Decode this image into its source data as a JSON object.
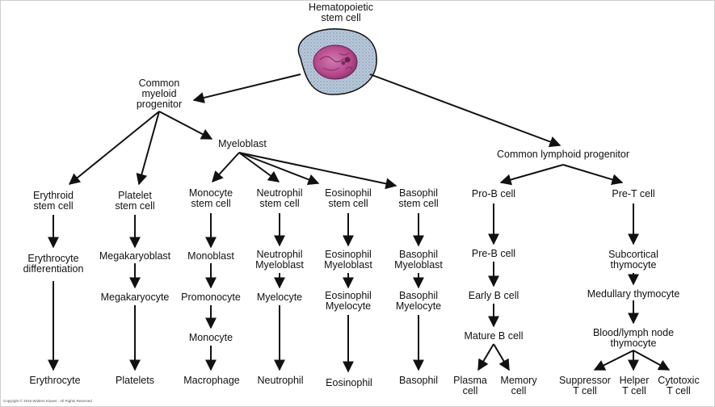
{
  "root": [
    "Hematopoietic",
    "stem cell"
  ],
  "myeloid": {
    "progenitor": [
      "Common",
      "myeloid",
      "progenitor"
    ],
    "myeloblast": "Myeloblast",
    "erythroid": {
      "stem": [
        "Erythroid",
        "stem cell"
      ],
      "diff": [
        "Erythrocyte",
        "differentiation"
      ],
      "final": "Erythrocyte"
    },
    "platelet": {
      "stem": [
        "Platelet",
        "stem cell"
      ],
      "blast": "Megakaryoblast",
      "cyte": "Megakaryocyte",
      "final": "Platelets"
    },
    "monocyte": {
      "stem": [
        "Monocyte",
        "stem cell"
      ],
      "blast": "Monoblast",
      "pro": "Promonocyte",
      "mono": "Monocyte",
      "final": "Macrophage"
    },
    "neutrophil": {
      "stem": [
        "Neutrophil",
        "stem cell"
      ],
      "blast": [
        "Neutrophil",
        "Myeloblast"
      ],
      "cyte": "Myelocyte",
      "final": "Neutrophil"
    },
    "eosinophil": {
      "stem": [
        "Eosinophil",
        "stem cell"
      ],
      "blast": [
        "Eosinophil",
        "Myeloblast"
      ],
      "cyte": [
        "Eosinophil",
        "Myelocyte"
      ],
      "final": "Eosinophil"
    },
    "basophil": {
      "stem": [
        "Basophil",
        "stem cell"
      ],
      "blast": [
        "Basophil",
        "Myeloblast"
      ],
      "cyte": [
        "Basophil",
        "Myelocyte"
      ],
      "final": "Basophil"
    }
  },
  "lymphoid": {
    "progenitor": "Common lymphoid progenitor",
    "bcell": {
      "pro": "Pro-B cell",
      "pre": "Pre-B cell",
      "early": "Early B cell",
      "mature": "Mature B cell",
      "plasma": [
        "Plasma",
        "cell"
      ],
      "memory": [
        "Memory",
        "cell"
      ]
    },
    "tcell": {
      "pre": "Pre-T cell",
      "subcortical": [
        "Subcortical",
        "thymocyte"
      ],
      "medullary": "Medullary thymocyte",
      "blood": [
        "Blood/lymph node",
        "thymocyte"
      ],
      "suppressor": [
        "Suppressor",
        "T cell"
      ],
      "helper": [
        "Helper",
        "T cell"
      ],
      "cytotoxic": [
        "Cytotoxic",
        "T cell"
      ]
    }
  },
  "copyright": "Copyright © 2016 Wolters Kluwer - All Rights Reserved",
  "colors": {
    "line": "#111111",
    "cell_body": "#b9c9dc",
    "nucleus": "#b5488c"
  }
}
